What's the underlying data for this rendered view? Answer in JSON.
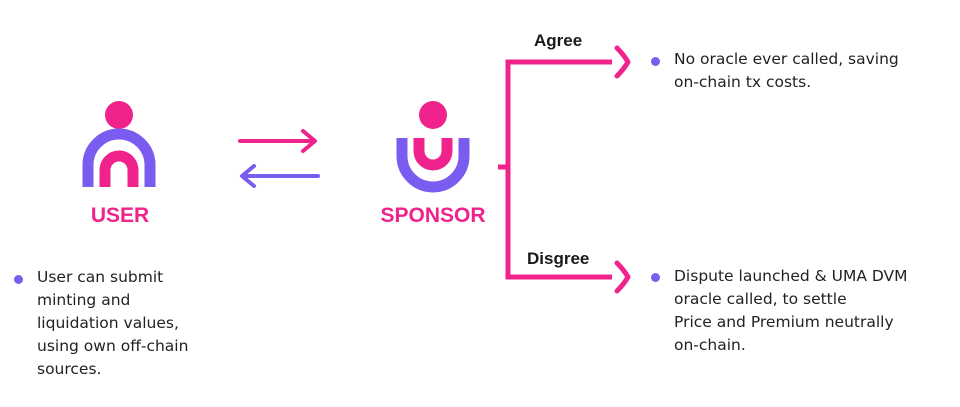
{
  "colors": {
    "pink": "#f0238c",
    "purple": "#7b5cf0",
    "text": "#222222",
    "heading": "#1a1a1a"
  },
  "user": {
    "label": "USER",
    "icon": "user-person-icon",
    "note": [
      "User can submit",
      "minting and",
      "liquidation values,",
      "using own off-chain",
      "sources."
    ]
  },
  "sponsor": {
    "label": "SPONSOR",
    "icon": "sponsor-person-icon"
  },
  "branches": {
    "agree": {
      "label": "Agree",
      "outcome": [
        "No oracle ever called, saving",
        "on-chain tx costs."
      ]
    },
    "disagree": {
      "label": "Disgree",
      "outcome": [
        "Dispute launched & UMA DVM",
        "oracle called, to settle",
        "Price and Premium neutrally",
        "on-chain."
      ]
    }
  }
}
